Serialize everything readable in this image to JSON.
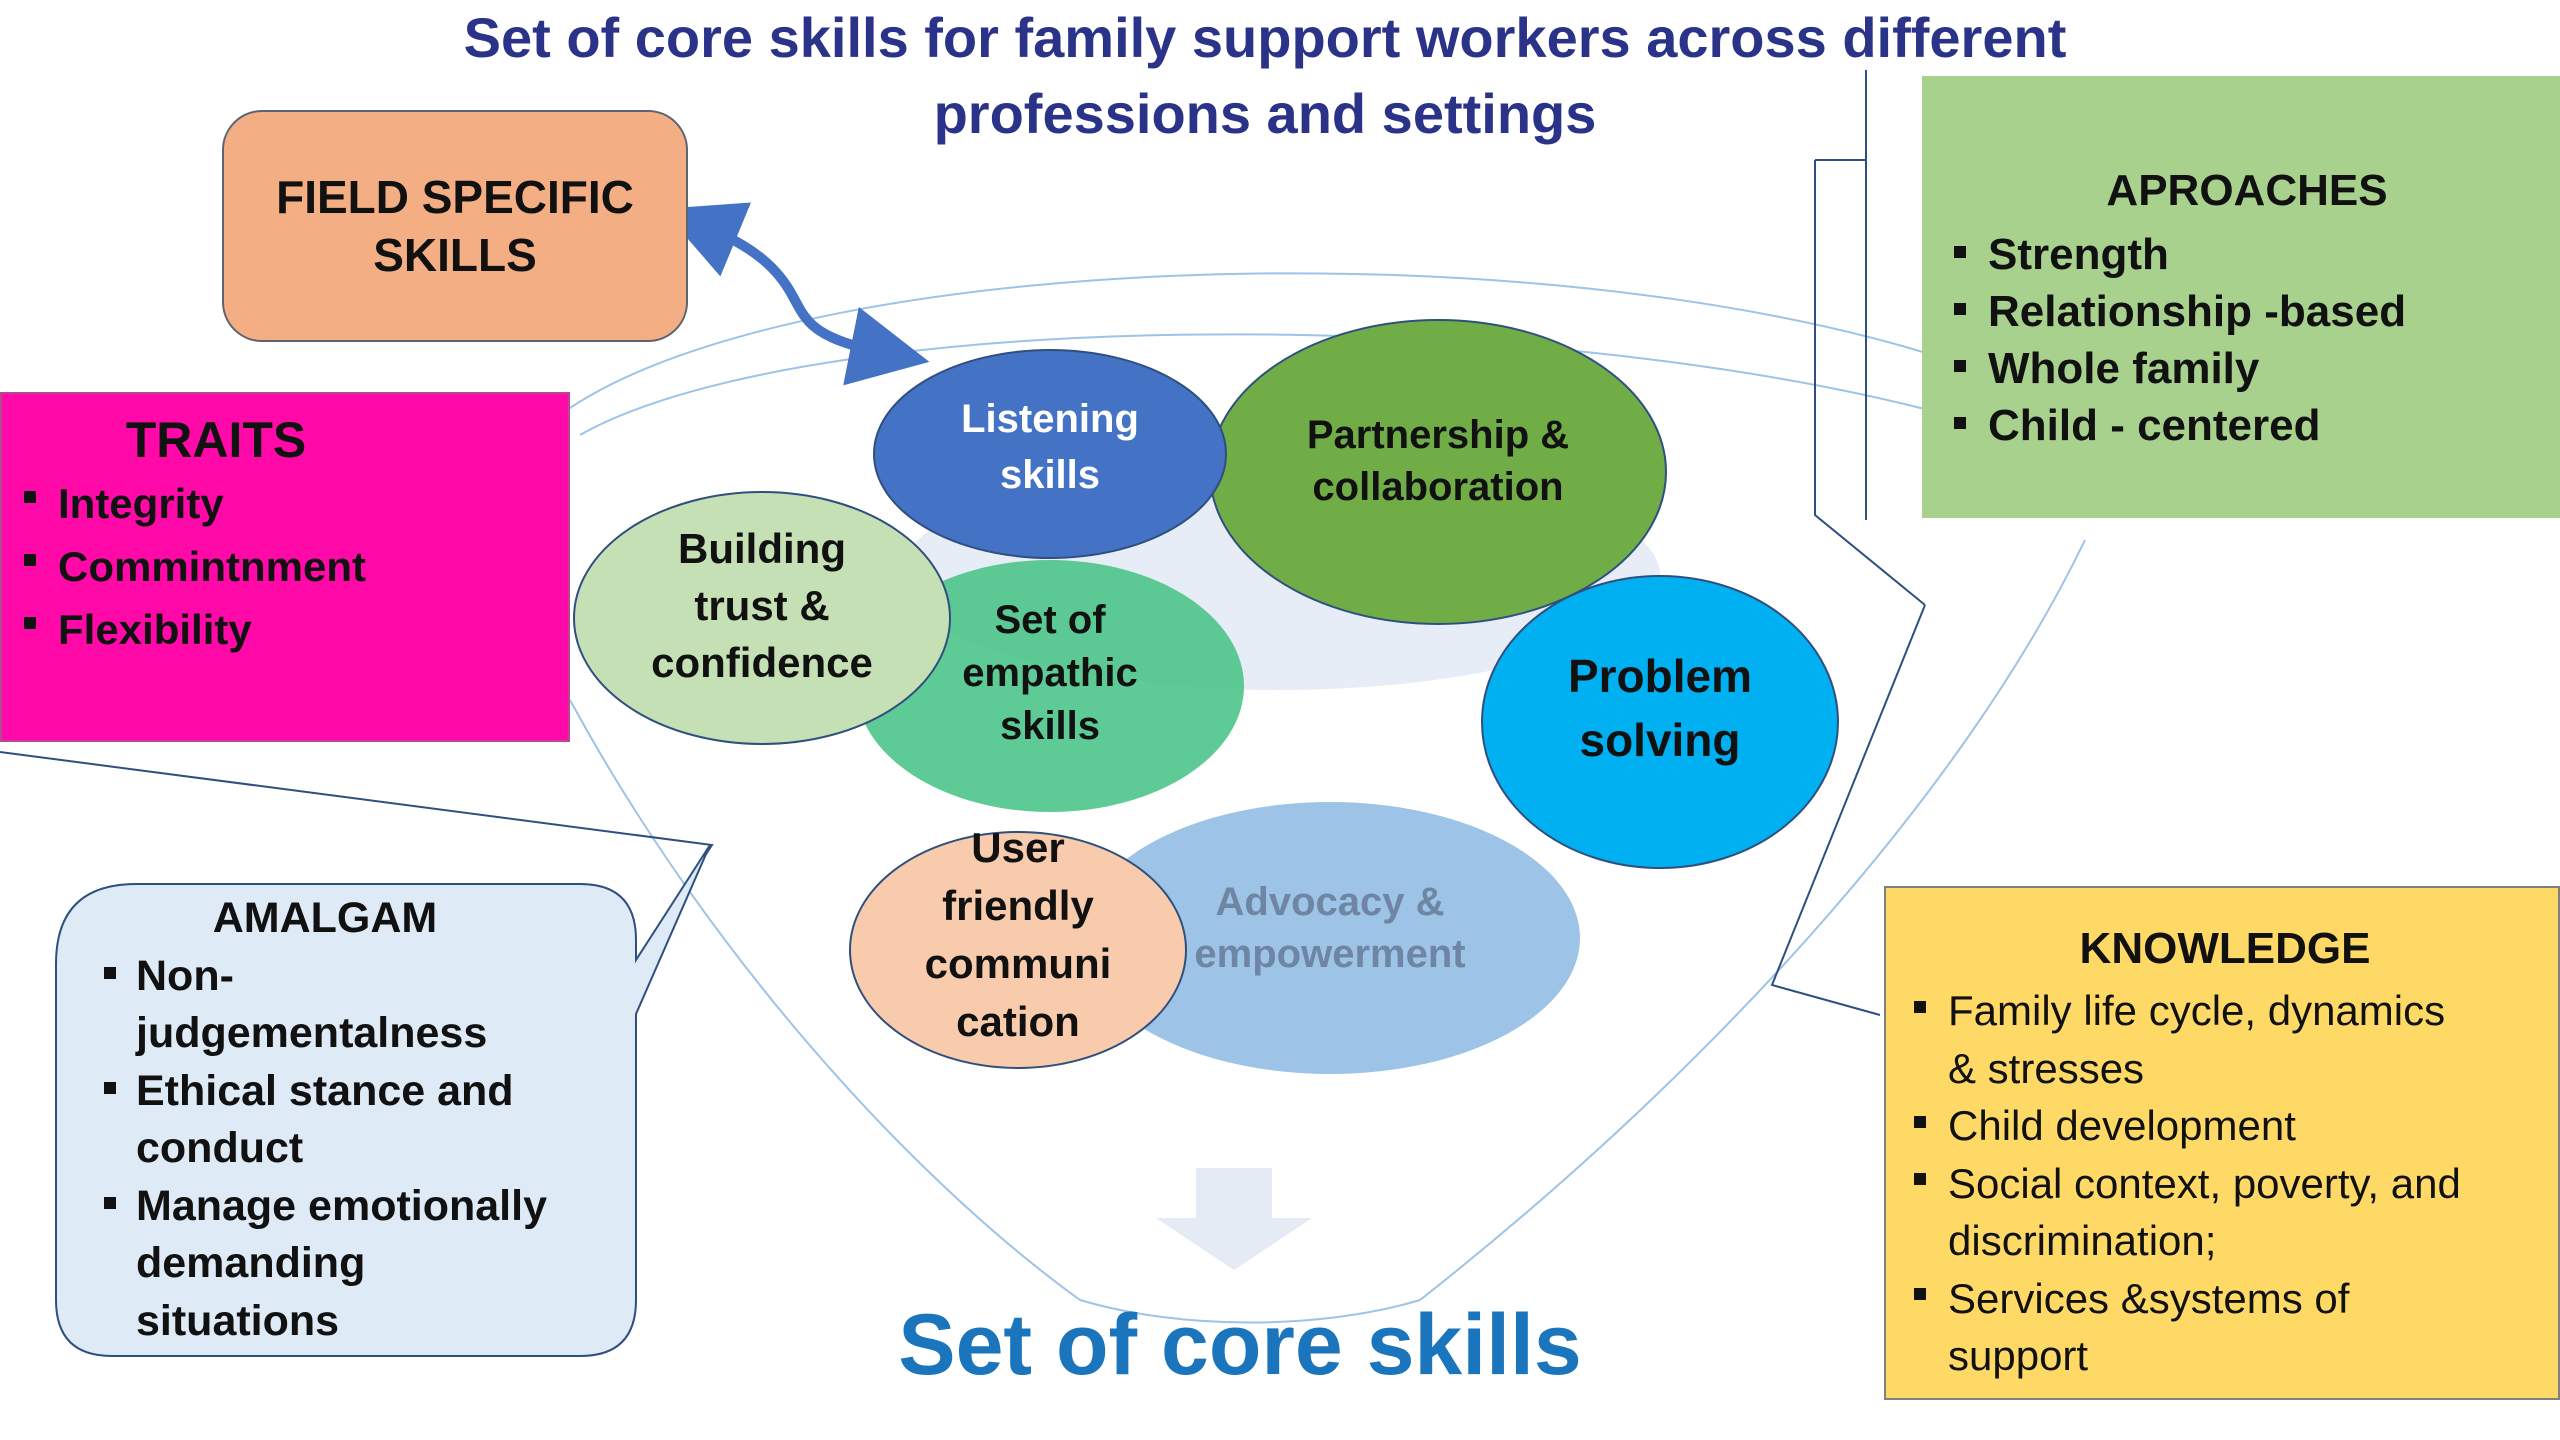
{
  "title": {
    "line1": "Set of core skills for family support workers across different",
    "line2": "professions and settings"
  },
  "field_specific": {
    "line1": "FIELD SPECIFIC",
    "line2": "SKILLS"
  },
  "traits": {
    "heading": "TRAITS",
    "items": [
      "Integrity",
      "Commintnment",
      "Flexibility"
    ]
  },
  "amalgam": {
    "heading": "AMALGAM",
    "items": [
      [
        "Non-",
        "judgementalness"
      ],
      [
        "Ethical stance and",
        "conduct"
      ],
      [
        "Manage emotionally",
        "demanding",
        "situations"
      ]
    ]
  },
  "approaches": {
    "heading": "APROACHES",
    "items": [
      "Strength",
      "Relationship -based",
      "Whole family",
      "Child - centered"
    ]
  },
  "knowledge": {
    "heading": "KNOWLEDGE",
    "items": [
      [
        "Family life cycle, dynamics",
        "& stresses"
      ],
      [
        "Child development"
      ],
      [
        "Social context, poverty, and",
        "discrimination;"
      ],
      [
        "Services &systems of",
        "support"
      ]
    ]
  },
  "skills": {
    "listening": [
      "Listening",
      "skills"
    ],
    "partnership": [
      "Partnership &",
      "collaboration"
    ],
    "building": [
      "Building",
      "trust &",
      "confidence"
    ],
    "empathic": [
      "Set of",
      "empathic",
      "skills"
    ],
    "problem": [
      "Problem",
      "solving"
    ],
    "user": [
      "User",
      "friendly",
      "communi",
      "cation"
    ],
    "advocacy": [
      "Advocacy &",
      "empowerment"
    ]
  },
  "footer": "Set of core skills",
  "colors": {
    "title": "#2a3387",
    "field_specific": "#f4ae84",
    "traits": "#ff0aa8",
    "approaches": "#a9d18e",
    "knowledge": "#ffd966",
    "amalgam": "#deebf7",
    "listening": "#4472c4",
    "partnership": "#70ad47",
    "building": "#c5e0b4",
    "empathic": "#4dc48a",
    "problem": "#00b0f0",
    "user": "#f8cbad",
    "advocacy": "#9dc3e6",
    "footer": "#1b75bc",
    "connector": "#4472c4"
  }
}
